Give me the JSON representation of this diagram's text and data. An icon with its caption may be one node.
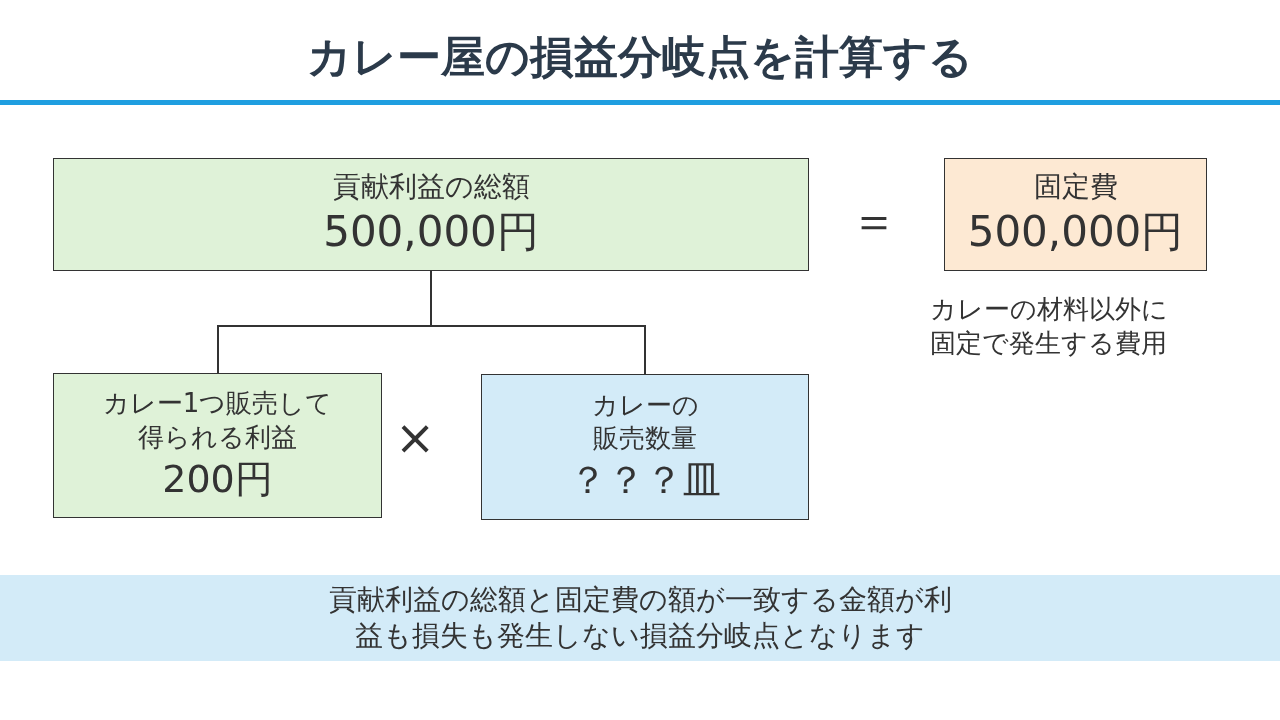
{
  "diagram": {
    "title": "カレー屋の損益分岐点を計算する",
    "nodes": [
      {
        "text": [
          "貢献利益の総額",
          "500,000円"
        ]
      },
      {
        "text": [
          "固定費",
          "500,000円"
        ],
        "beside": [
          "カレーの材料以外に固定で発生する費用"
        ]
      },
      {
        "text": [
          "カレー1つ販売して得られる利益",
          "200円"
        ]
      },
      {
        "text": [
          "カレーの販売数量",
          "？？？皿"
        ]
      },
      {
        "text": [
          "貢献利益の総額と固定費の額が一致する金額が利益も損失も発生しない損益分岐点となります"
        ]
      }
    ],
    "edges": [
      {
        "from": 0,
        "to": 2,
        "arrow": "none"
      },
      {
        "from": 0,
        "to": 3,
        "arrow": "none"
      }
    ],
    "labels": [
      "＝",
      "×"
    ]
  }
}
